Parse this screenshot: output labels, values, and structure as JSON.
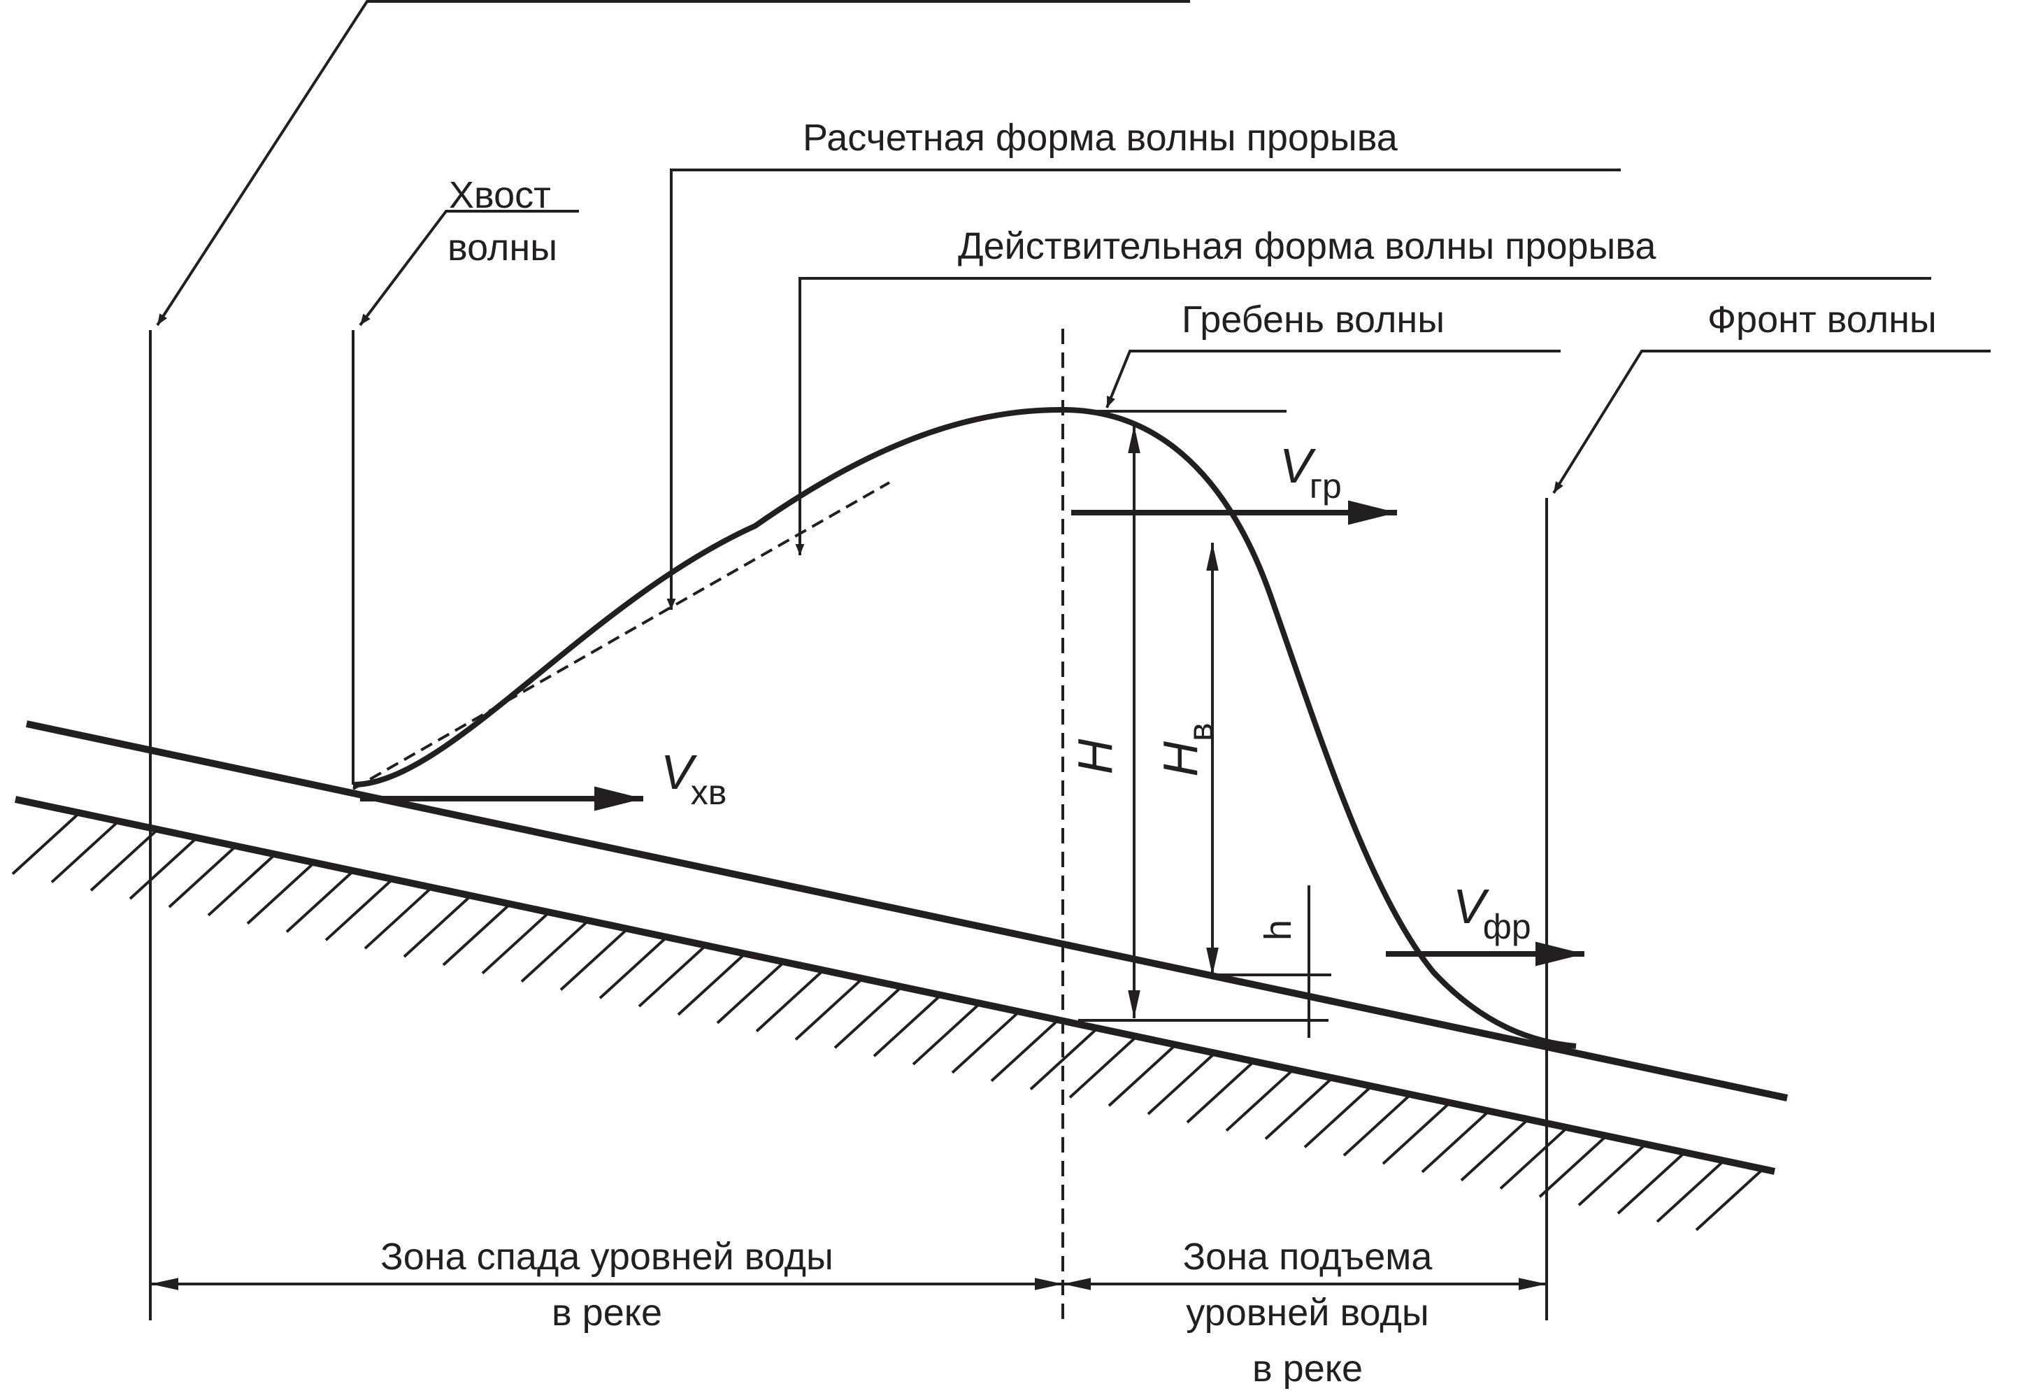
{
  "labels": {
    "calc_wave": "Расчетная форма волны прорыва",
    "tail_line1": "Хвост",
    "tail_line2": "волны",
    "actual_wave": "Действительная форма волны прорыва",
    "crest": "Гребень волны",
    "front": "Фронт волны",
    "fall_zone_line1": "Зона спада уровней воды",
    "fall_zone_line2": "в реке",
    "rise_zone_line1": "Зона подъема",
    "rise_zone_line2": "уровней воды",
    "rise_zone_line3": "в реке"
  },
  "symbols": {
    "v_tail": "V",
    "v_tail_sub": "хв",
    "v_crest": "V",
    "v_crest_sub": "гр",
    "v_front": "V",
    "v_front_sub": "фр",
    "H": "H",
    "H_v": "H",
    "H_v_sub": "в",
    "h": "h"
  },
  "colors": {
    "ink": "#231f20",
    "background": "#ffffff"
  }
}
